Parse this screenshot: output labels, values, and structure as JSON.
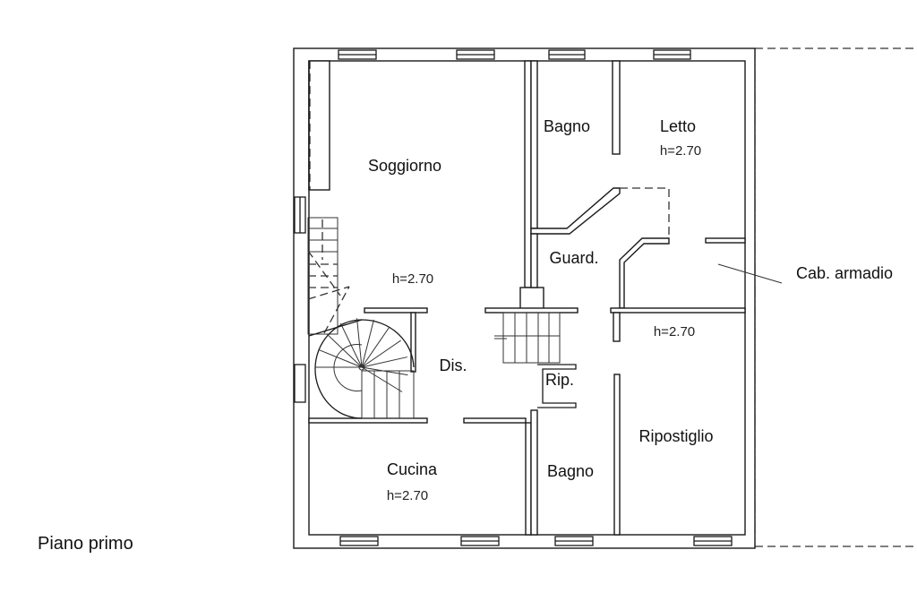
{
  "caption": "Piano primo",
  "rooms": {
    "soggiorno": {
      "name": "Soggiorno",
      "height": "h=2.70"
    },
    "dis": {
      "name": "Dis."
    },
    "cucina": {
      "name": "Cucina",
      "height": "h=2.70"
    },
    "bagno_top": {
      "name": "Bagno"
    },
    "letto": {
      "name": "Letto",
      "height": "h=2.70"
    },
    "guard": {
      "name": "Guard."
    },
    "cab_armadio": {
      "name": "Cab. armadio"
    },
    "ripostiglio": {
      "name": "Ripostiglio",
      "height": "h=2.70"
    },
    "rip": {
      "name": "Rip."
    },
    "bagno_bottom": {
      "name": "Bagno"
    }
  }
}
